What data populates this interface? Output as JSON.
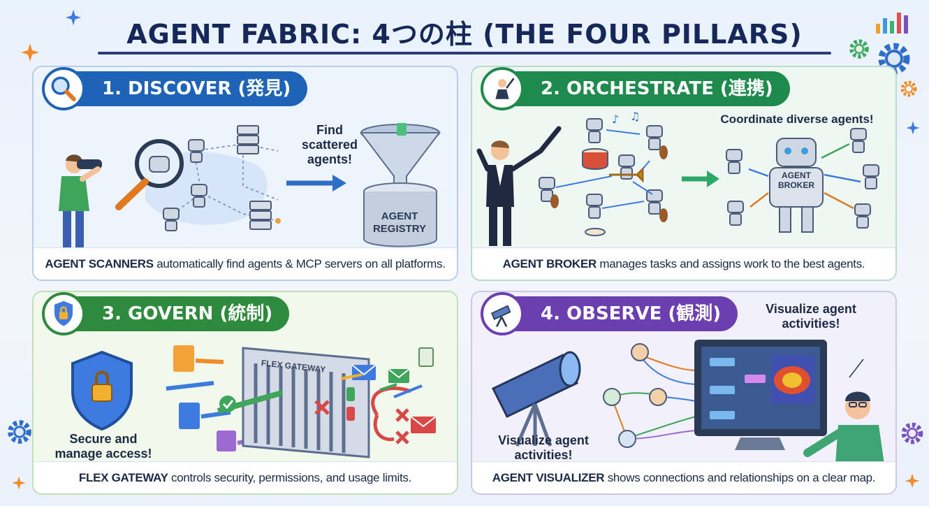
{
  "title": "AGENT FABRIC: 4つの柱 (THE FOUR PILLARS)",
  "colors": {
    "blue": "#1f63b8",
    "green": "#1e8a4c",
    "purple": "#6b3fb0",
    "navy": "#16275a"
  },
  "panels": {
    "discover": {
      "heading": "1. DISCOVER (発見)",
      "icon": "magnifier-icon",
      "note": "Find scattered agents!",
      "registry": "AGENT REGISTRY",
      "caption_bold": "AGENT SCANNERS",
      "caption_rest": " automatically find agents & MCP servers on all platforms."
    },
    "orchestrate": {
      "heading": "2. ORCHESTRATE (連携)",
      "icon": "conductor-icon",
      "note": "Coordinate diverse agents!",
      "broker": "AGENT BROKER",
      "caption_bold": "AGENT BROKER",
      "caption_rest": " manages tasks and assigns work to the best agents."
    },
    "govern": {
      "heading": "3. GOVERN (統制)",
      "icon": "shield-lock-icon",
      "note": "Secure and manage access!",
      "gateway": "FLEX GATEWAY",
      "caption_bold": "FLEX GATEWAY",
      "caption_rest": " controls security, permissions, and usage limits."
    },
    "observe": {
      "heading": "4. OBSERVE (観測)",
      "icon": "telescope-icon",
      "note_left": "Visualize agent activities!",
      "note_right": "Visualize agent activities!",
      "caption_bold": "AGENT VISUALIZER",
      "caption_rest": " shows connections and relationships on a clear map."
    }
  }
}
